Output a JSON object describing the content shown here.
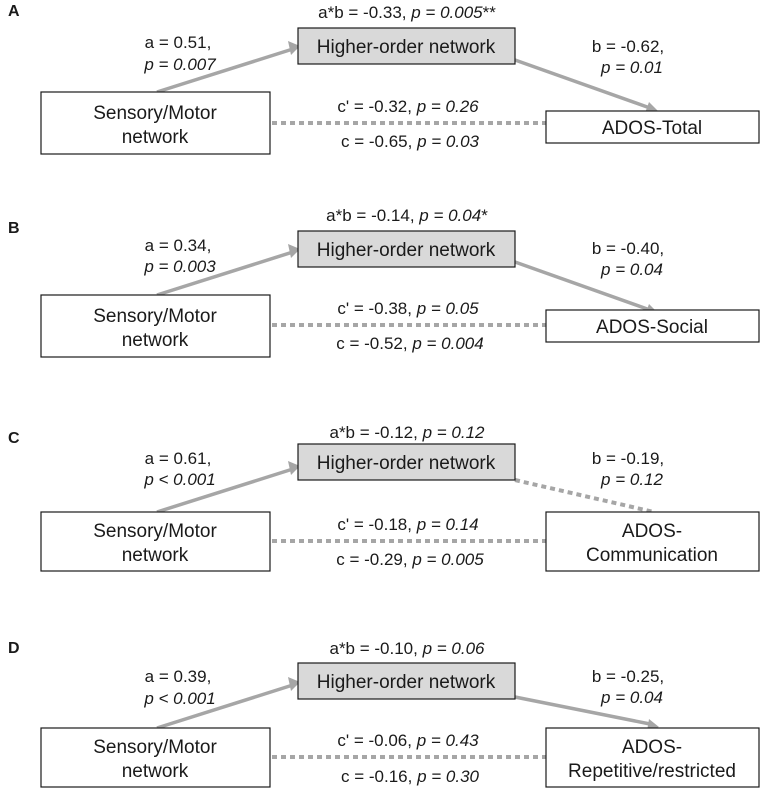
{
  "panels": [
    {
      "letter": "A",
      "mediator": "Higher-order network",
      "predictor": [
        "Sensory/Motor",
        "network"
      ],
      "outcome": [
        "ADOS-Total"
      ],
      "ab": {
        "pre": "a*b = -0.33, ",
        "p": "p = 0.005",
        "post": "**"
      },
      "a": {
        "line1": "a = 0.51,",
        "p": "p = 0.007"
      },
      "b": {
        "line1": "b = -0.62,",
        "p": "p = 0.01"
      },
      "cprime": {
        "pre": "c' = -0.32, ",
        "p": "p = 0.26"
      },
      "c": {
        "pre": "c = -0.65, ",
        "p": "p = 0.03"
      },
      "b_path_dashed": false
    },
    {
      "letter": "B",
      "mediator": "Higher-order network",
      "predictor": [
        "Sensory/Motor",
        "network"
      ],
      "outcome": [
        "ADOS-Social"
      ],
      "ab": {
        "pre": "a*b = -0.14, ",
        "p": "p = 0.04",
        "post": "*"
      },
      "a": {
        "line1": "a = 0.34,",
        "p": "p = 0.003"
      },
      "b": {
        "line1": "b = -0.40,",
        "p": "p = 0.04"
      },
      "cprime": {
        "pre": "c' = -0.38, ",
        "p": "p = 0.05"
      },
      "c": {
        "pre": "c = -0.52, ",
        "p": "p = 0.004"
      },
      "b_path_dashed": false
    },
    {
      "letter": "C",
      "mediator": "Higher-order network",
      "predictor": [
        "Sensory/Motor",
        "network"
      ],
      "outcome": [
        "ADOS-",
        "Communication"
      ],
      "ab": {
        "pre": "a*b = -0.12, ",
        "p": "p = 0.12",
        "post": ""
      },
      "a": {
        "line1": "a = 0.61,",
        "p": "p < 0.001"
      },
      "b": {
        "line1": "b = -0.19,",
        "p": "p = 0.12"
      },
      "cprime": {
        "pre": "c' = -0.18, ",
        "p": "p = 0.14"
      },
      "c": {
        "pre": "c = -0.29, ",
        "p": "p = 0.005"
      },
      "b_path_dashed": true
    },
    {
      "letter": "D",
      "mediator": "Higher-order network",
      "predictor": [
        "Sensory/Motor",
        "network"
      ],
      "outcome": [
        "ADOS-",
        "Repetitive/restricted"
      ],
      "ab": {
        "pre": "a*b = -0.10, ",
        "p": "p = 0.06",
        "post": ""
      },
      "a": {
        "line1": "a = 0.39,",
        "p": "p < 0.001"
      },
      "b": {
        "line1": "b = -0.25,",
        "p": "p = 0.04"
      },
      "cprime": {
        "pre": "c' = -0.06, ",
        "p": "p = 0.43"
      },
      "c": {
        "pre": "c = -0.16, ",
        "p": "p = 0.30"
      },
      "b_path_dashed": false
    }
  ],
  "colors": {
    "arrow": "#a6a6a6",
    "mediator_fill": "#d9d9d9",
    "box_stroke": "#1a1a1a"
  }
}
